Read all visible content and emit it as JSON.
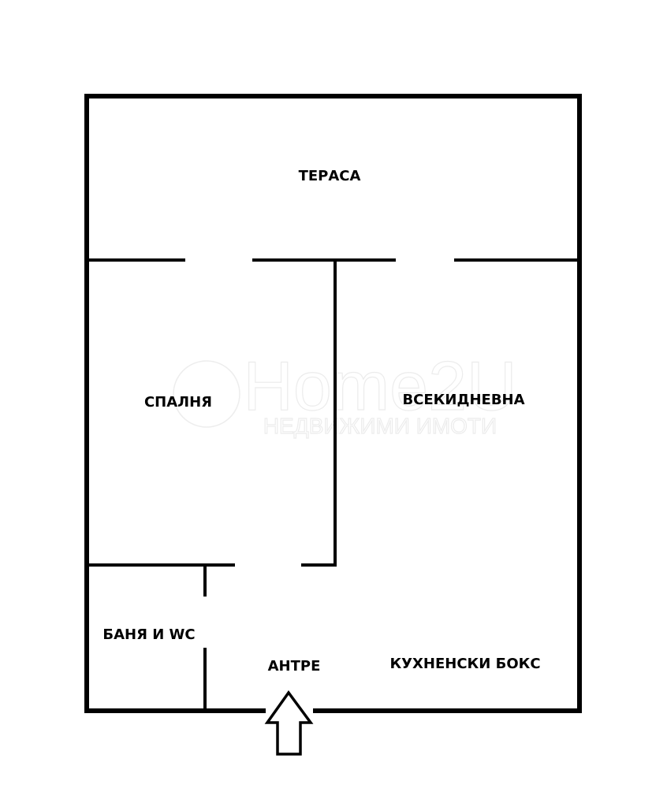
{
  "rooms": {
    "terrace": "ТЕРАСА",
    "bedroom": "СПАЛНЯ",
    "living_room": "ВСЕКИДНЕВНА",
    "bathroom": "БАНЯ И WC",
    "hallway": "АНТРЕ",
    "kitchenette": "КУХНЕНСКИ БОКС"
  },
  "watermark": {
    "brand": "Home2U",
    "tagline": "НЕДВИЖИМИ ИМОТИ"
  },
  "entrance_icon": "arrow-up-icon"
}
